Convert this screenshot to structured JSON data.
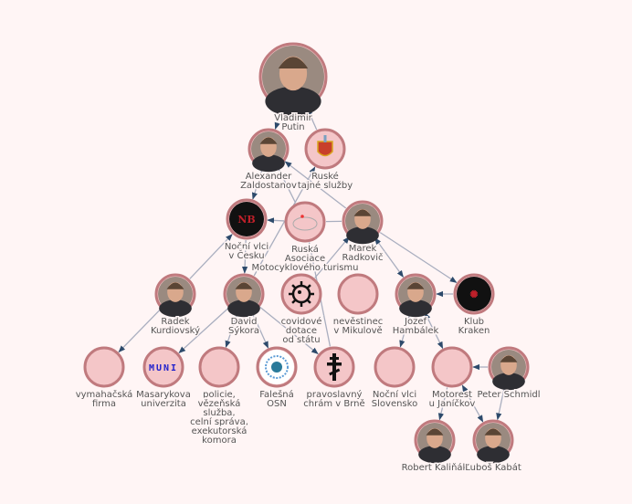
{
  "colors": {
    "background": "#fff5f5",
    "node_fill": "#f4c6c8",
    "node_stroke": "#c07a7e",
    "edge": "#a9aebf",
    "arrow": "#2d4a6b"
  },
  "nodes": [
    {
      "id": "putin",
      "label": [
        "Vladimir",
        "Putin"
      ],
      "icon": "portrait-photo"
    },
    {
      "id": "zaldostanov",
      "label": [
        "Alexander",
        "Zaldostanov"
      ],
      "icon": "portrait-photo"
    },
    {
      "id": "ruske_sluzby",
      "label": [
        "Ruské",
        "tajné služby"
      ],
      "icon": "fsb-emblem"
    },
    {
      "id": "nocni_vlci_cz",
      "label": [
        "Noční vlci",
        "v Česku"
      ],
      "icon": "club-logo"
    },
    {
      "id": "ruska_asociace",
      "label": [
        "Ruská",
        "Asociace",
        "Motocyklového turismu"
      ],
      "icon": "association-logo"
    },
    {
      "id": "radkovic",
      "label": [
        "Marek",
        "Radkovič"
      ],
      "icon": "portrait-photo"
    },
    {
      "id": "kurdiovsky",
      "label": [
        "Radek",
        "Kurdiovský"
      ],
      "icon": "portrait-photo"
    },
    {
      "id": "sykora",
      "label": [
        "David",
        "Sýkora"
      ],
      "icon": "portrait-photo"
    },
    {
      "id": "covid",
      "label": [
        "covidové",
        "dotace",
        "od státu"
      ],
      "icon": "virus-icon"
    },
    {
      "id": "nevestinec",
      "label": [
        "nevěstinec",
        "v Mikulově"
      ],
      "icon": ""
    },
    {
      "id": "hambalek",
      "label": [
        "Jozef",
        "Hambálek"
      ],
      "icon": "portrait-photo"
    },
    {
      "id": "kraken",
      "label": [
        "Klub",
        "Kraken"
      ],
      "icon": "club-logo"
    },
    {
      "id": "vymahacska",
      "label": [
        "vymahačská",
        "firma"
      ],
      "icon": ""
    },
    {
      "id": "muni",
      "label": [
        "Masarykova",
        "univerzita"
      ],
      "icon": "muni-logo",
      "logo_text": "MUNI"
    },
    {
      "id": "policie",
      "label": [
        "policie,",
        "vězeňská",
        "služba,",
        "celní správa,",
        "exekutorská",
        "komora"
      ],
      "icon": ""
    },
    {
      "id": "osn",
      "label": [
        "Falešná",
        "OSN"
      ],
      "icon": "un-emblem"
    },
    {
      "id": "chram",
      "label": [
        "pravoslavný",
        "chrám v Brně"
      ],
      "icon": "orthodox-cross-icon"
    },
    {
      "id": "nocni_sk",
      "label": [
        "Noční vlci",
        "Slovensko"
      ],
      "icon": ""
    },
    {
      "id": "motorest",
      "label": [
        "Motorest",
        "u Janíčkov"
      ],
      "icon": ""
    },
    {
      "id": "schmidl",
      "label": [
        "Peter Schmidl"
      ],
      "icon": "portrait-photo"
    },
    {
      "id": "kalinak",
      "label": [
        "Robert Kaliňák"
      ],
      "icon": "portrait-photo"
    },
    {
      "id": "kabat",
      "label": [
        "Ľuboš Kabát"
      ],
      "icon": "portrait-photo"
    }
  ],
  "edges": [
    {
      "from": "putin",
      "to": "zaldostanov"
    },
    {
      "from": "ruske_sluzby",
      "to": "putin"
    },
    {
      "from": "zaldostanov",
      "to": "nocni_vlci_cz"
    },
    {
      "from": "ruska_asociace",
      "to": "nocni_vlci_cz"
    },
    {
      "from": "ruska_asociace",
      "to": "zaldostanov",
      "arrow": false
    },
    {
      "from": "radkovic",
      "to": "zaldostanov"
    },
    {
      "from": "radkovic",
      "to": "ruska_asociace",
      "arrow": false
    },
    {
      "from": "sykora",
      "to": "ruske_sluzby"
    },
    {
      "from": "kurdiovsky",
      "to": "nocni_vlci_cz"
    },
    {
      "from": "nocni_vlci_cz",
      "to": "sykora"
    },
    {
      "from": "covid",
      "to": "radkovic"
    },
    {
      "from": "radkovic",
      "to": "hambalek",
      "both": true
    },
    {
      "from": "radkovic",
      "to": "kraken"
    },
    {
      "from": "kraken",
      "to": "hambalek"
    },
    {
      "from": "kurdiovsky",
      "to": "vymahacska"
    },
    {
      "from": "sykora",
      "to": "muni"
    },
    {
      "from": "sykora",
      "to": "policie"
    },
    {
      "from": "sykora",
      "to": "osn"
    },
    {
      "from": "sykora",
      "to": "chram"
    },
    {
      "from": "chram",
      "to": "ruska_asociace",
      "arrow": false
    },
    {
      "from": "hambalek",
      "to": "nocni_sk"
    },
    {
      "from": "hambalek",
      "to": "motorest",
      "both": true
    },
    {
      "from": "schmidl",
      "to": "motorest"
    },
    {
      "from": "motorest",
      "to": "kalinak"
    },
    {
      "from": "motorest",
      "to": "kabat",
      "both": true
    },
    {
      "from": "schmidl",
      "to": "kabat"
    }
  ]
}
